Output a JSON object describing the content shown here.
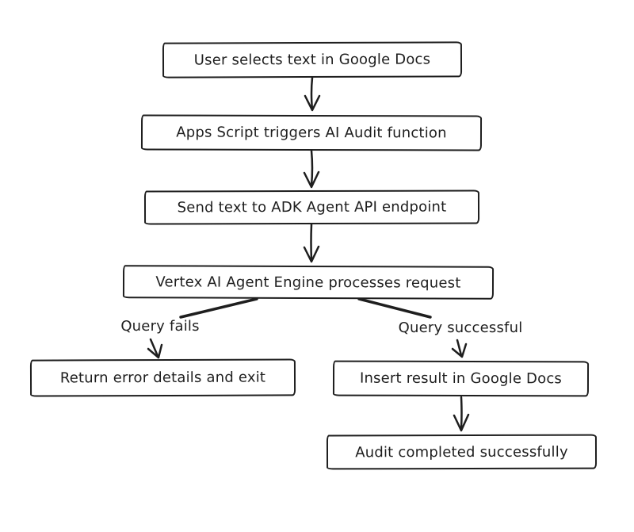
{
  "diagram": {
    "type": "flowchart",
    "colors": {
      "stroke": "#1e1e1e",
      "background": "#ffffff"
    },
    "nodes": [
      {
        "id": "user-selects-text",
        "label": "User selects text in Google Docs"
      },
      {
        "id": "apps-script-triggers",
        "label": "Apps Script triggers AI Audit function"
      },
      {
        "id": "send-text-adk",
        "label": "Send text to ADK Agent API endpoint"
      },
      {
        "id": "vertex-processes",
        "label": "Vertex AI Agent Engine processes request"
      },
      {
        "id": "return-error",
        "label": "Return error details and exit"
      },
      {
        "id": "insert-result",
        "label": "Insert result in Google Docs"
      },
      {
        "id": "audit-completed",
        "label": "Audit completed successfully"
      }
    ],
    "branch_labels": [
      {
        "id": "query-fails",
        "label": "Query fails"
      },
      {
        "id": "query-successful",
        "label": "Query successful"
      }
    ],
    "edges": [
      {
        "from": "user-selects-text",
        "to": "apps-script-triggers",
        "label": ""
      },
      {
        "from": "apps-script-triggers",
        "to": "send-text-adk",
        "label": ""
      },
      {
        "from": "send-text-adk",
        "to": "vertex-processes",
        "label": ""
      },
      {
        "from": "vertex-processes",
        "to": "return-error",
        "label": "Query fails"
      },
      {
        "from": "vertex-processes",
        "to": "insert-result",
        "label": "Query successful"
      },
      {
        "from": "insert-result",
        "to": "audit-completed",
        "label": ""
      }
    ]
  }
}
